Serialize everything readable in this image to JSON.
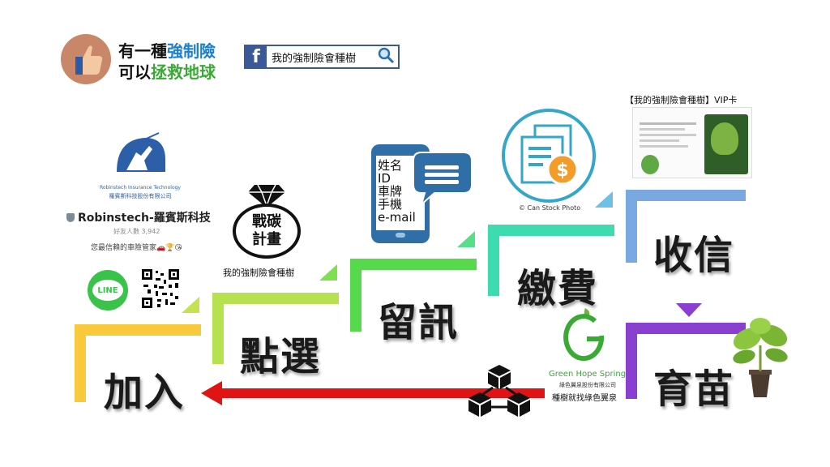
{
  "header": {
    "slogan_line1_prefix": "有一種",
    "slogan_line1_highlight": "強制險",
    "slogan_line2_prefix": "可以",
    "slogan_line2_highlight": "拯救地球",
    "fb_page_label": "我的強制險會種樹"
  },
  "company": {
    "logo_text_en": "Robinstech Insurance Technology",
    "logo_text_zh": "羅賓斯科技股份有限公司",
    "name": "Robinstech-羅賓斯科技",
    "friends": "好友人數 3,942",
    "tagline": "您最信賴的車險管家🚗🏆😘",
    "line_label": "LINE"
  },
  "steps": [
    {
      "label": "加入",
      "color": "#f7c93b"
    },
    {
      "label": "點選",
      "color": "#b6e24f"
    },
    {
      "label": "留訊",
      "color": "#56d94c"
    },
    {
      "label": "繳費",
      "color": "#3fdbb0"
    },
    {
      "label": "收信",
      "color": "#7aa8e0"
    },
    {
      "label": "育苗",
      "color": "#8a3fd1"
    }
  ],
  "plan_badge": {
    "line1": "戰碳",
    "line2": "計畫",
    "caption": "我的強制險會種樹"
  },
  "phone_form": {
    "line1": "姓名",
    "line2": "ID",
    "line3": "車牌",
    "line4": "手機",
    "line5": "e-mail"
  },
  "payment": {
    "credit": "© Can Stock Photo"
  },
  "vip_card": {
    "caption": "【我的強制險會種樹】VIP卡"
  },
  "green_hope": {
    "name_en": "Green Hope Spring",
    "name_zh": "綠色翼泉股份有限公司",
    "slogan": "種樹就找綠色翼泉"
  },
  "colors": {
    "arrow": "#e01414",
    "brand_blue": "#1a7fd6",
    "brand_green": "#3aaa35",
    "line_green": "#3ac34a"
  }
}
